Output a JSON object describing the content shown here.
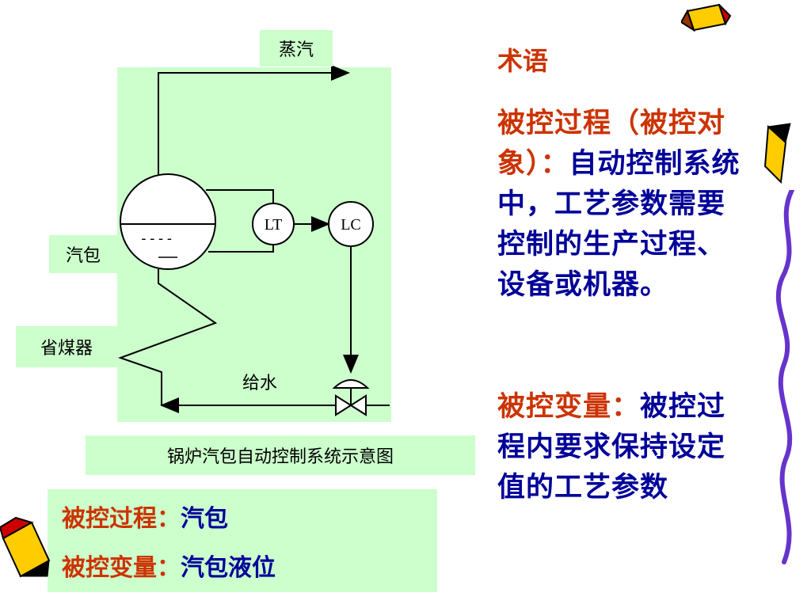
{
  "diagram": {
    "steam_label": "蒸汽",
    "drum_label": "汽包",
    "economizer_label": "省煤器",
    "feedwater_label": "给水",
    "caption": "锅炉汽包自动控制系统示意图",
    "level_transmitter": "LT",
    "level_controller": "LC",
    "drum_level_marks": "----\n—"
  },
  "summary": {
    "process_label": "被控过程：",
    "process_value": "汽包",
    "variable_label": "被控变量：",
    "variable_value": "汽包液位"
  },
  "terms": {
    "title": "术语",
    "process_term": "被控过程（被控对象）：",
    "process_def": "自动控制系统中，工艺参数需要控制的生产过程、设备或机器。",
    "variable_term": "被控变量：",
    "variable_def": "被控过程内要求保持设定值的工艺参数"
  },
  "colors": {
    "panel_green": "#ccffcc",
    "term_red": "#cc3300",
    "def_blue": "#000099"
  }
}
